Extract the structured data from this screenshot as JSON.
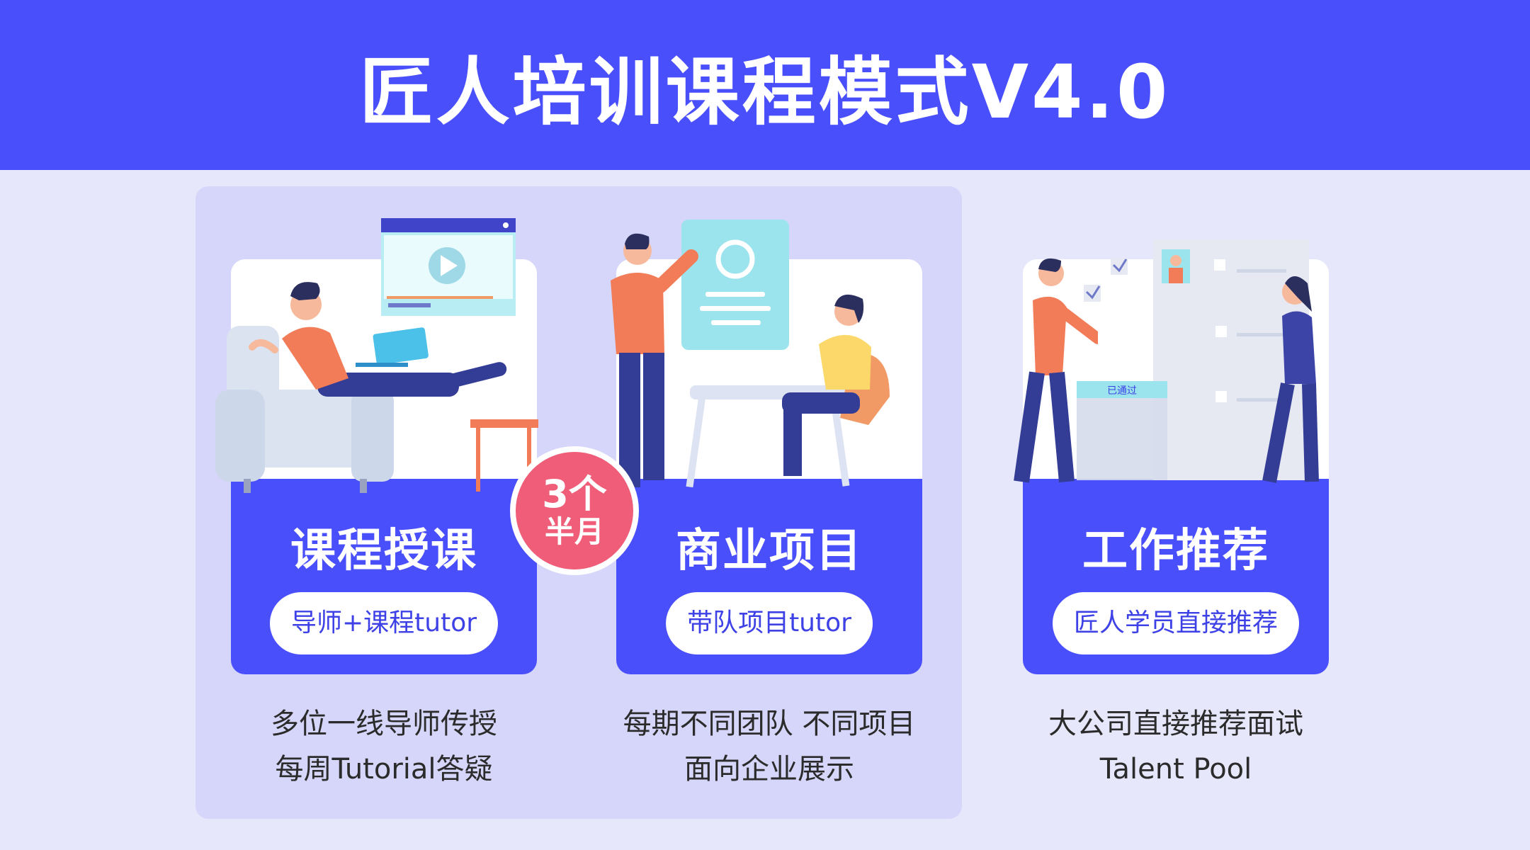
{
  "header": {
    "title": "匠人培训课程模式V4.0"
  },
  "cards": [
    {
      "title": "课程授课",
      "pill": "导师+课程tutor",
      "desc": [
        "多位一线导师传授",
        "每周Tutorial答疑"
      ]
    },
    {
      "title": "商业项目",
      "pill": "带队项目tutor",
      "desc": [
        "每期不同团队 不同项目",
        "面向企业展示"
      ]
    },
    {
      "title": "工作推荐",
      "pill": "匠人学员直接推荐",
      "desc": [
        "大公司直接推荐面试",
        "Talent Pool"
      ]
    }
  ],
  "badge": {
    "line1": "3个",
    "line2": "半月"
  },
  "illustration": {
    "box_label": "已通过"
  },
  "colors": {
    "primary": "#4a4ffc",
    "badge": "#ef5d78",
    "background": "#e6e7fb",
    "panel": "#d6d6fa"
  }
}
